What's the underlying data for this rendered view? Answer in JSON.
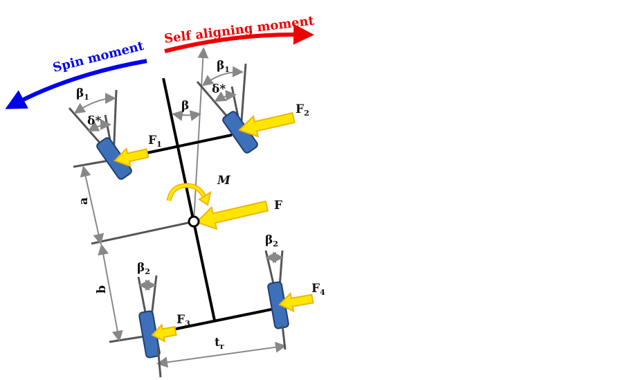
{
  "labels": {
    "self_aligning": "Self aligning moment",
    "spin": "Spin moment",
    "beta1": "β",
    "beta1_sub": "1",
    "delta_star": "δ*",
    "beta": "β",
    "beta2": "β",
    "beta2_sub": "2",
    "f1": "F",
    "f1_sub": "1",
    "f2": "F",
    "f2_sub": "2",
    "f3": "F",
    "f3_sub": "3",
    "f4": "F",
    "f4_sub": "4",
    "f": "F",
    "m": "M",
    "a": "a",
    "b": "b",
    "tr": "t",
    "tr_sub": "r"
  },
  "colors": {
    "self_aligning": "#ff0000",
    "spin": "#0000ee",
    "force": "#ffe600",
    "wheel": "#3d70b8"
  }
}
